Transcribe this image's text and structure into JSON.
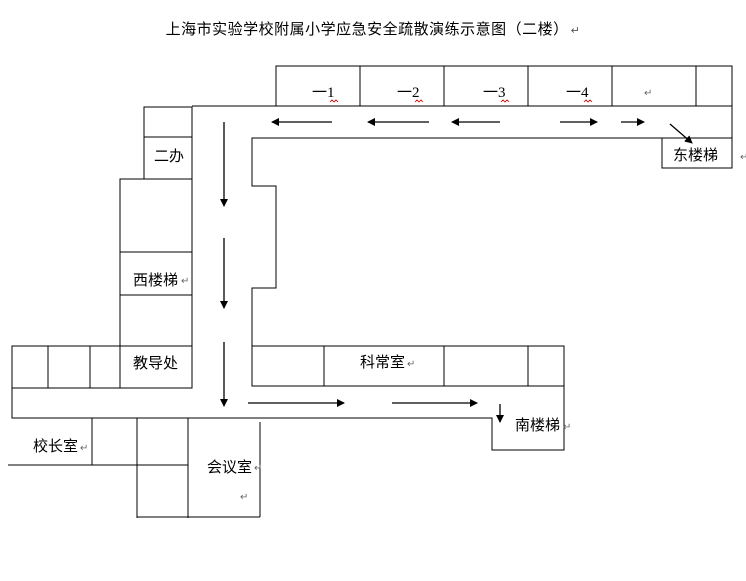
{
  "title": "上海市实验学校附属小学应急安全疏散演练示意图（二楼）",
  "return_mark": "↵",
  "rooms": {
    "class_1": "一1",
    "class_2": "一2",
    "class_3": "一3",
    "class_4": "一4",
    "east_stairs": "东楼梯",
    "office_2": "二办",
    "west_stairs": "西楼梯",
    "academic_office": "教导处",
    "science_room": "科常室",
    "south_stairs": "南楼梯",
    "principal_office": "校长室",
    "meeting_room": "会议室"
  }
}
